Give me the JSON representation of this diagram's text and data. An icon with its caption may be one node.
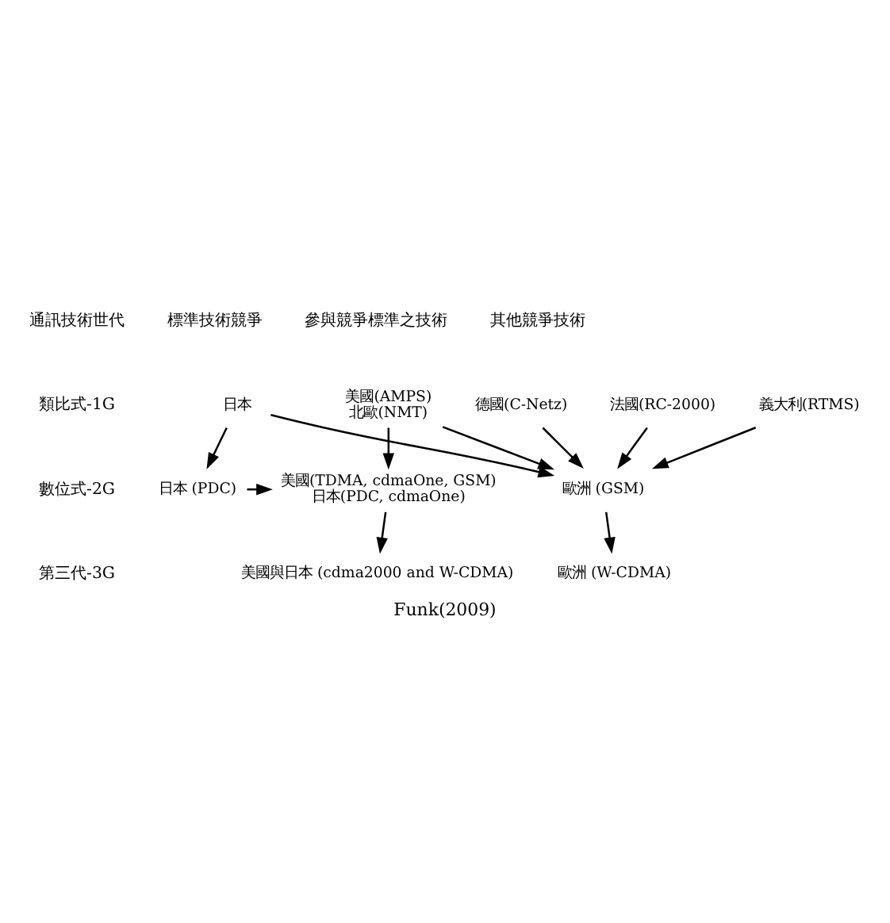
{
  "diagram": {
    "caption": "Funk(2009)",
    "nodes": [
      {
        "text": [
          "美國(AMPS)",
          "北歐(NMT)"
        ]
      },
      {
        "text": [
          "德國(C-Netz)"
        ]
      },
      {
        "text": [
          "法國(RC-2000)"
        ]
      },
      {
        "text": [
          "義大利(RTMS)"
        ]
      },
      {
        "text": [
          "日本"
        ]
      },
      {
        "text": [
          "美國(TDMA, cdmaOne, GSM)",
          "日本(PDC, cdmaOne)"
        ]
      },
      {
        "text": [
          "歐洲 (GSM)"
        ]
      },
      {
        "text": [
          "日本 (PDC)"
        ]
      },
      {
        "text": [
          "美國與日本 (cdma2000 and W-CDMA)"
        ]
      },
      {
        "text": [
          "歐洲 (W-CDMA)"
        ]
      }
    ],
    "edges": [
      {
        "from": 0,
        "to": 5,
        "arrow": "to"
      },
      {
        "from": 0,
        "to": 6,
        "arrow": "to"
      },
      {
        "from": 1,
        "to": 6,
        "arrow": "to"
      },
      {
        "from": 2,
        "to": 6,
        "arrow": "to"
      },
      {
        "from": 3,
        "to": 6,
        "arrow": "to"
      },
      {
        "from": 4,
        "to": 6,
        "arrow": "to"
      },
      {
        "from": 4,
        "to": 7,
        "arrow": "to"
      },
      {
        "from": 7,
        "to": 5,
        "arrow": "to"
      },
      {
        "from": 5,
        "to": 8,
        "arrow": "to"
      },
      {
        "from": 6,
        "to": 9,
        "arrow": "to"
      }
    ],
    "labels": [
      "通訊技術世代",
      "標準技術競爭",
      "參與競爭標準之技術",
      "其他競爭技術",
      "類比式-1G",
      "數位式-2G",
      "第三代-3G"
    ]
  }
}
